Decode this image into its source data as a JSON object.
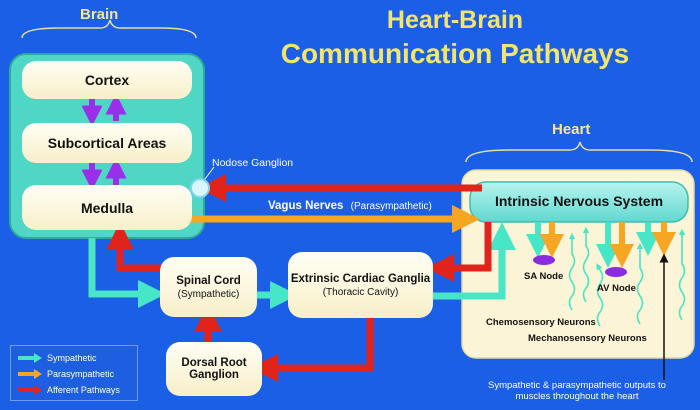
{
  "title": {
    "line1": "Heart-Brain",
    "line2": "Communication Pathways"
  },
  "brain": {
    "label": "Brain",
    "cortex": "Cortex",
    "subcortical": "Subcortical Areas",
    "medulla": "Medulla"
  },
  "heart": {
    "label": "Heart",
    "ins": "Intrinsic Nervous System",
    "sa_node": "SA Node",
    "av_node": "AV Node",
    "chemo": "Chemosensory Neurons",
    "mechano": "Mechanosensory Neurons"
  },
  "nodose": "Nodose Ganglion",
  "vagus": {
    "name": "Vagus Nerves",
    "type": "(Parasympathetic)"
  },
  "spinal": {
    "name": "Spinal Cord",
    "sub": "(Sympathetic)"
  },
  "ecg": {
    "name": "Extrinsic Cardiac Ganglia",
    "sub": "(Thoracic Cavity)"
  },
  "drg": {
    "line1": "Dorsal Root",
    "line2": "Ganglion"
  },
  "outputs_note": {
    "line1": "Sympathetic & parasympathetic outputs to",
    "line2": "muscles throughout the heart"
  },
  "legend": {
    "sympathetic": "Sympathetic",
    "parasympathetic": "Parasympathetic",
    "afferent": "Afferent Pathways"
  },
  "colors": {
    "background": "#1a5fe6",
    "sympathetic": "#46e6c7",
    "parasympathetic": "#f6a623",
    "afferent": "#e0241c",
    "brain_internal": "#9b2ee8",
    "node": "#8a2be2",
    "title": "#f2e56a"
  }
}
